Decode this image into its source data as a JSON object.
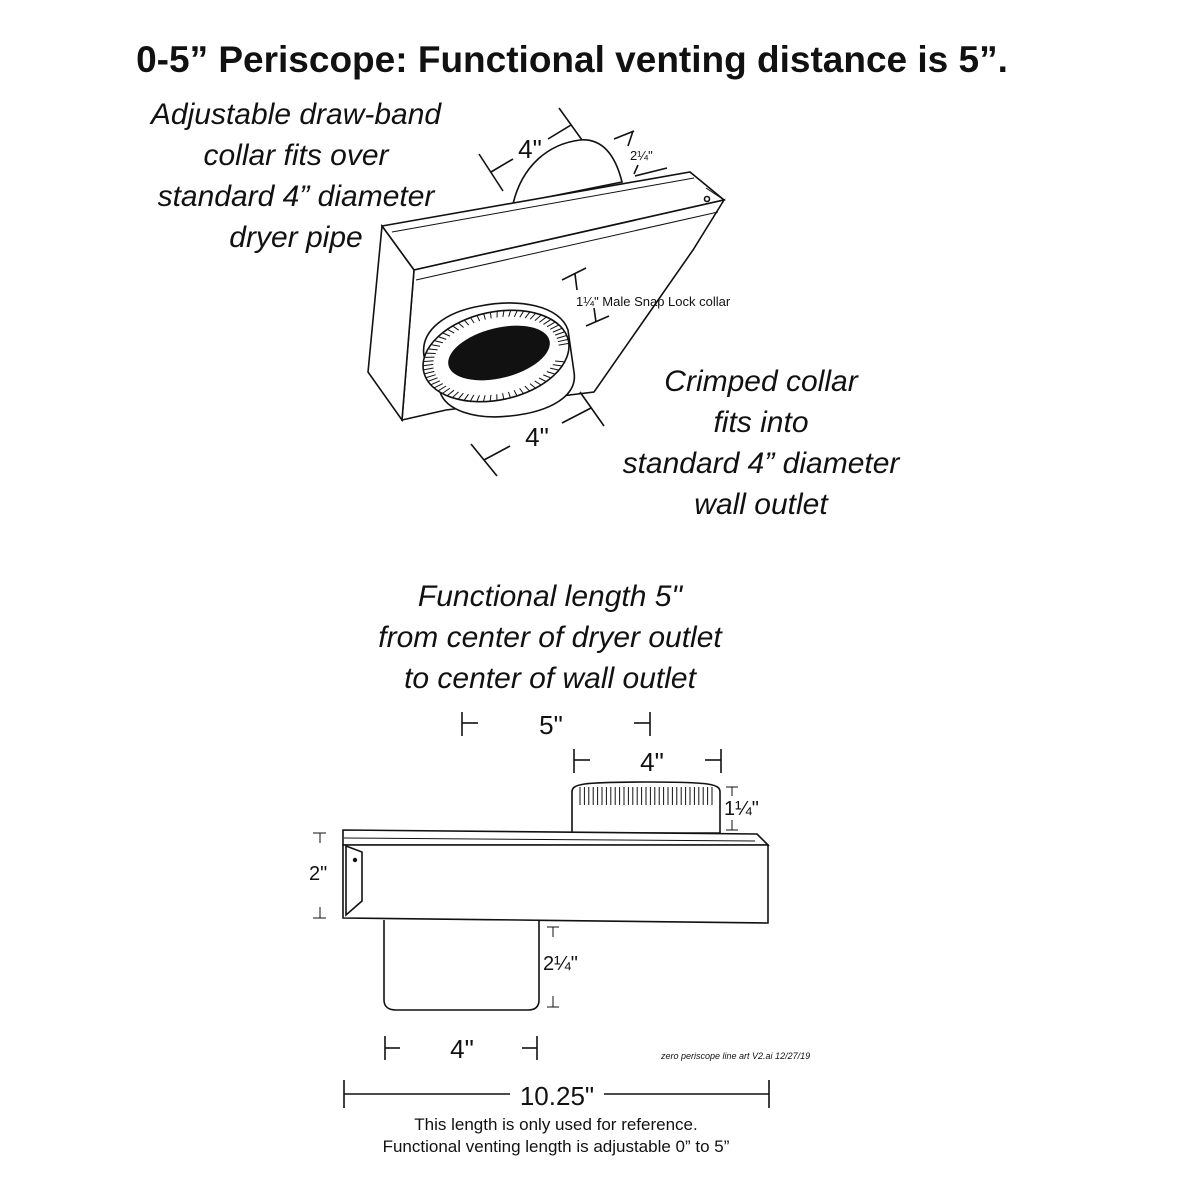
{
  "title": "0-5” Periscope: Functional venting distance is 5”.",
  "top_view": {
    "note_left": [
      "Adjustable draw-band",
      "collar fits over",
      "standard 4” diameter",
      "dryer pipe"
    ],
    "note_right": [
      "Crimped collar",
      "fits into",
      "standard 4” diameter",
      "wall outlet"
    ],
    "dim_top_collar": "4\"",
    "dim_top_height": "2¼\"",
    "dim_snap_lock": "1¼\" Male Snap Lock collar",
    "dim_bottom_collar": "4\""
  },
  "side_view": {
    "note": [
      "Functional length 5\"",
      "from center of dryer outlet",
      "to center of wall outlet"
    ],
    "dim_functional": "5\"",
    "dim_crimped_width": "4\"",
    "dim_crimped_height": "1¼\"",
    "dim_body_height": "2\"",
    "dim_pipe_height": "2¼\"",
    "dim_pipe_width": "4\"",
    "dim_total": "10.25\"",
    "file_signature": "zero periscope line art V2.ai 12/27/19",
    "footnote": [
      "This length is only used for reference.",
      "Functional venting length is adjustable 0” to 5”"
    ]
  },
  "colors": {
    "ink": "#111111",
    "background": "#ffffff"
  }
}
